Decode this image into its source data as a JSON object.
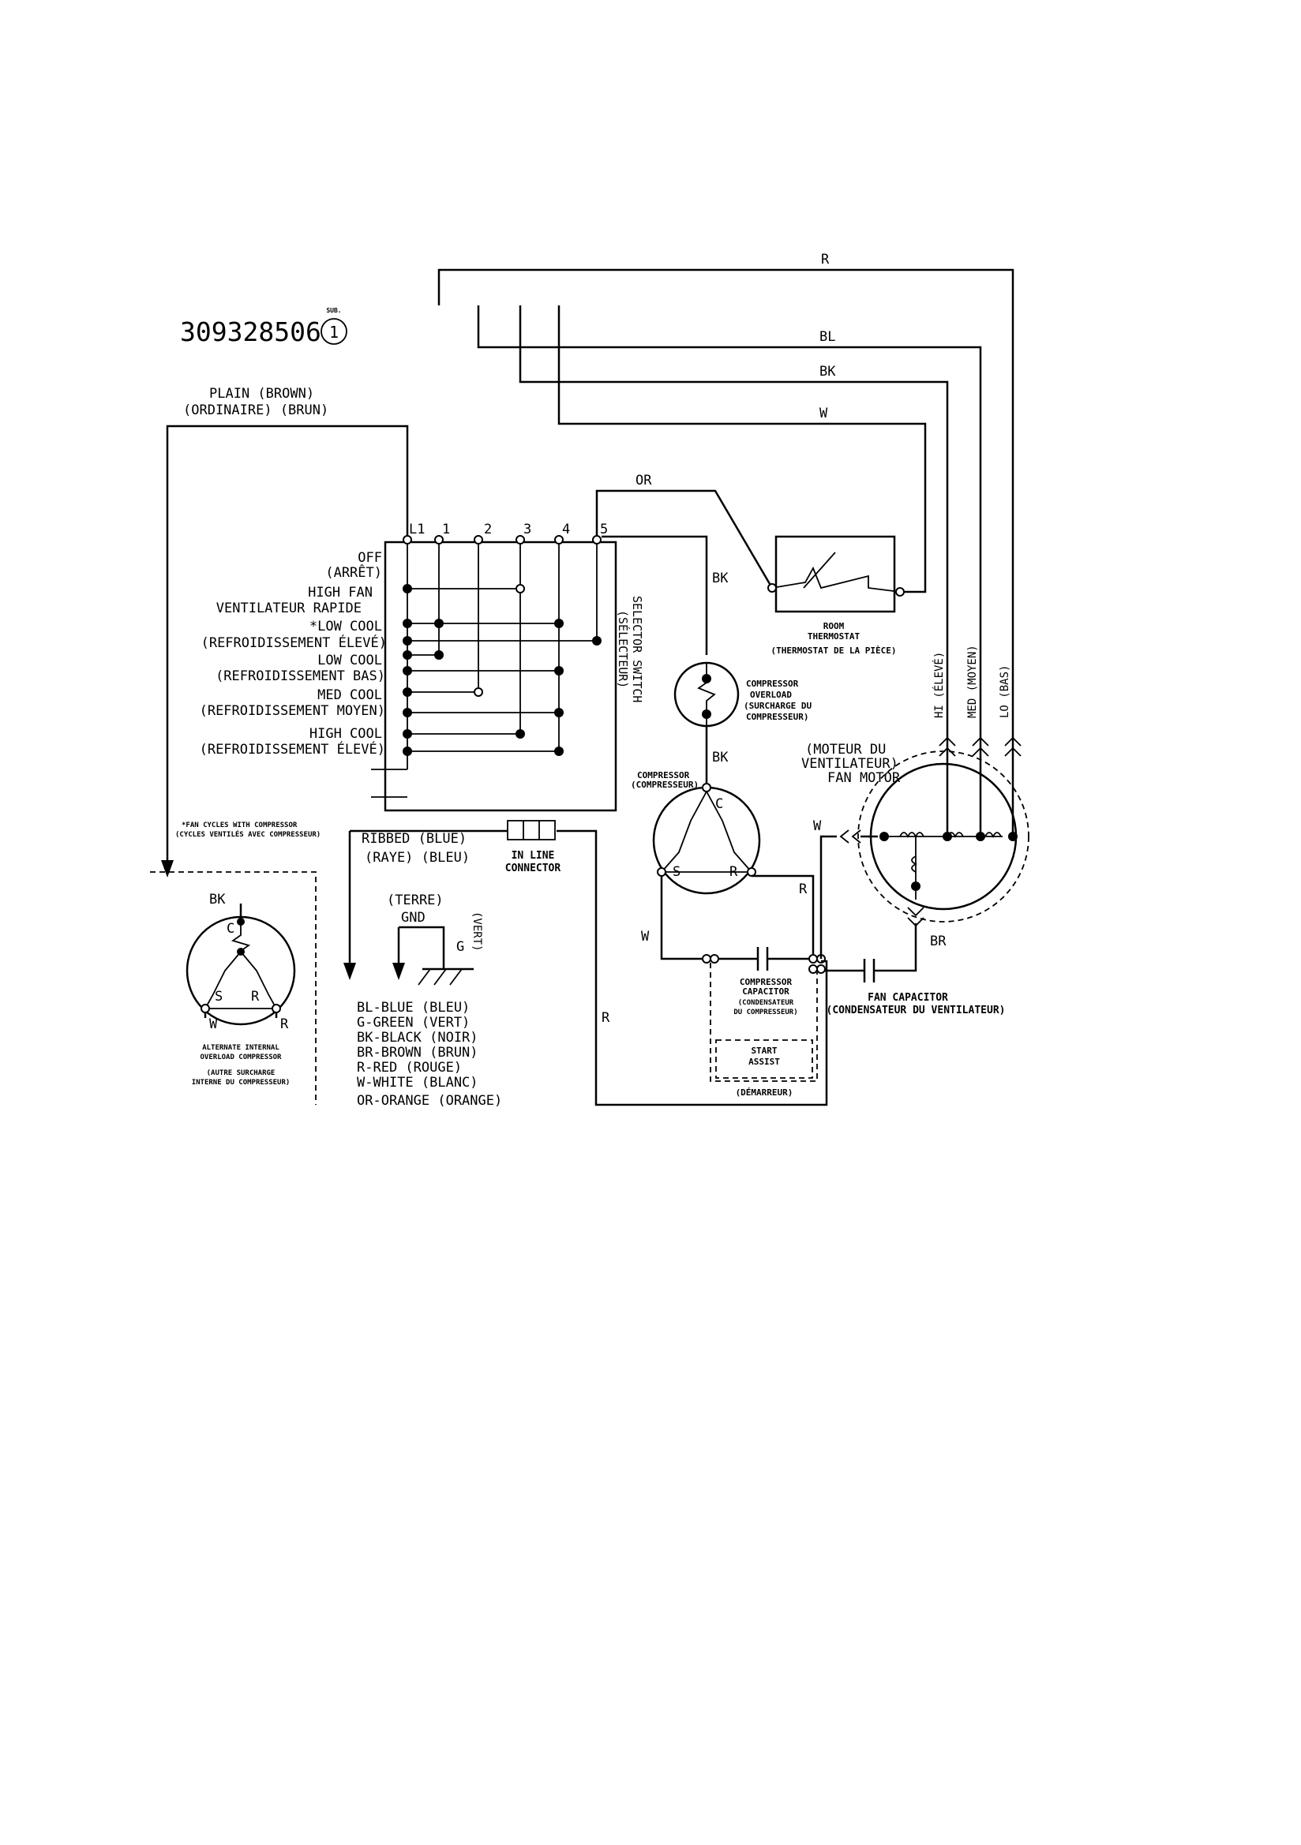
{
  "part_number": "309328506",
  "sub_label": "SUB.",
  "sub_number": "1",
  "wire_labels": {
    "r": "R",
    "bl": "BL",
    "bk": "BK",
    "w": "W",
    "or": "OR",
    "bk_comp": "BK",
    "bk_comp2": "BK",
    "w_comp": "W",
    "r_comp": "R",
    "r_bottom": "R",
    "w_fan": "W",
    "br_fan": "BR"
  },
  "plain_brown": {
    "line1": "PLAIN   (BROWN)",
    "line2": "(ORDINAIRE) (BRUN)"
  },
  "terminals": [
    "L1",
    "1",
    "2",
    "3",
    "4",
    "5"
  ],
  "switch_positions": [
    {
      "l1": "OFF",
      "l2": "(ARRÊT)"
    },
    {
      "l1": "HIGH FAN",
      "l2": "VENTILATEUR RAPIDE"
    },
    {
      "l1": "*LOW COOL",
      "l2": "(REFROIDISSEMENT  ÉLEVÉ)"
    },
    {
      "l1": "LOW COOL",
      "l2": "(REFROIDISSEMENT BAS)"
    },
    {
      "l1": "MED COOL",
      "l2": "(REFROIDISSEMENT MOYEN)"
    },
    {
      "l1": "HIGH COOL",
      "l2": "(REFROIDISSEMENT  ÉLEVÉ)"
    }
  ],
  "selector_switch": {
    "l1": "SELECTOR SWITCH",
    "l2": "(SÉLECTEUR)"
  },
  "room_thermostat": {
    "l1": "ROOM",
    "l2": "THERMOSTAT",
    "l3": "(THERMOSTAT DE LA PIÈCE)"
  },
  "compressor_overload": {
    "l1": "COMPRESSOR",
    "l2": "OVERLOAD",
    "l3": "(SURCHARGE DU",
    "l4": "COMPRESSEUR)"
  },
  "compressor": {
    "l1": "COMPRESSOR",
    "l2": "(COMPRESSEUR)",
    "c": "C",
    "s": "S",
    "r": "R"
  },
  "fan_motor": {
    "l1": "(MOTEUR DU",
    "l2": "VENTILATEUR)",
    "l3": "FAN MOTOR"
  },
  "speed_taps": {
    "hi": "HI (ÉLEVÉ)",
    "med": "MED (MOYEN)",
    "lo": "LO (BAS)"
  },
  "fan_note": {
    "l1": "*FAN CYCLES WITH COMPRESSOR",
    "l2": "(CYCLES VENTILÉS AVEC COMPRESSEUR)"
  },
  "ribbed": {
    "l1": "RIBBED   (BLUE)",
    "l2": "(RAYE)   (BLEU)"
  },
  "in_line_connector": {
    "l1": "IN LINE",
    "l2": "CONNECTOR"
  },
  "ground": {
    "terre": "(TERRE)",
    "gnd": "GND",
    "g": "G",
    "vert": "(VERT)"
  },
  "legend": [
    "BL-BLUE (BLEU)",
    "G-GREEN (VERT)",
    "BK-BLACK (NOIR)",
    "BR-BROWN (BRUN)",
    "R-RED (ROUGE)",
    "W-WHITE (BLANC)",
    "OR-ORANGE (ORANGE)"
  ],
  "compressor_capacitor": {
    "l1": "COMPRESSOR",
    "l2": "CAPACITOR",
    "l3": "(CONDENSATEUR",
    "l4": "DU COMPRESSEUR)"
  },
  "start_assist": {
    "l1": "START",
    "l2": "ASSIST",
    "l3": "(DÉMARREUR)"
  },
  "fan_capacitor": {
    "l1": "FAN CAPACITOR",
    "l2": "(CONDENSATEUR DU VENTILATEUR)"
  },
  "alt_compressor": {
    "bk": "BK",
    "c": "C",
    "s": "S",
    "r": "R",
    "w": "W",
    "r2": "R",
    "l1": "ALTERNATE INTERNAL",
    "l2": "OVERLOAD COMPRESSOR",
    "l3": "(AUTRE SURCHARGE",
    "l4": "INTERNE DU COMPRESSEUR)"
  }
}
